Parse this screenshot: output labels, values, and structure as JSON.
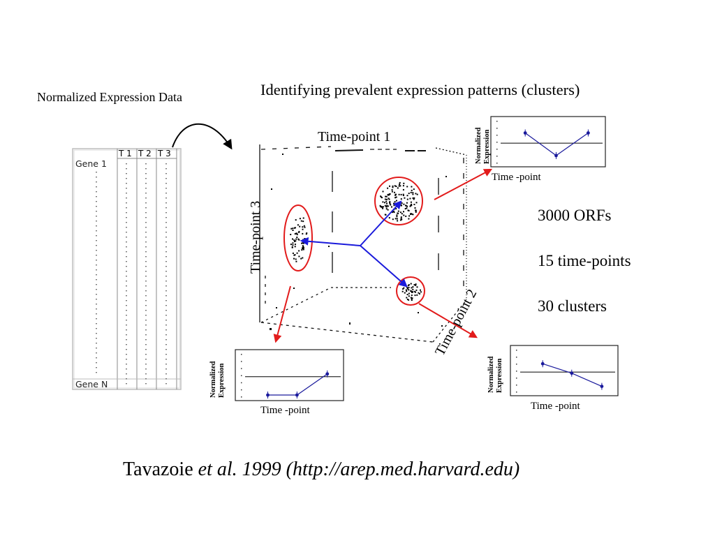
{
  "titles": {
    "left": "Normalized Expression Data",
    "right": "Identifying prevalent expression patterns (clusters)"
  },
  "table": {
    "columns": [
      "T 1",
      "T 2",
      "T 3"
    ],
    "first_row": "Gene 1",
    "last_row": "Gene N"
  },
  "cube": {
    "axis_top": "Time-point 1",
    "axis_left": "Time-point 3",
    "axis_right": "Time-point 2"
  },
  "mini_plot": {
    "ylabel_line1": "Normalized",
    "ylabel_line2": "Expression",
    "xlabel": "Time -point"
  },
  "stats": [
    "3000 ORFs",
    "15 time-points",
    "30 clusters"
  ],
  "citation": {
    "author": "Tavazoie ",
    "rest": "et al. 1999 (http://arep.med.harvard.edu)"
  },
  "colors": {
    "cluster_circle": "#e21b1b",
    "blue_arrow": "#1a1adb",
    "red_arrow": "#e21b1b",
    "plot_point": "#1a1a9c"
  },
  "clusters": [
    {
      "name": "top-right",
      "profile": [
        0.75,
        0.15,
        0.75
      ]
    },
    {
      "name": "left",
      "profile": [
        0.0,
        0.0,
        0.55
      ]
    },
    {
      "name": "bottom-right",
      "profile": [
        0.7,
        0.45,
        0.1
      ]
    }
  ]
}
